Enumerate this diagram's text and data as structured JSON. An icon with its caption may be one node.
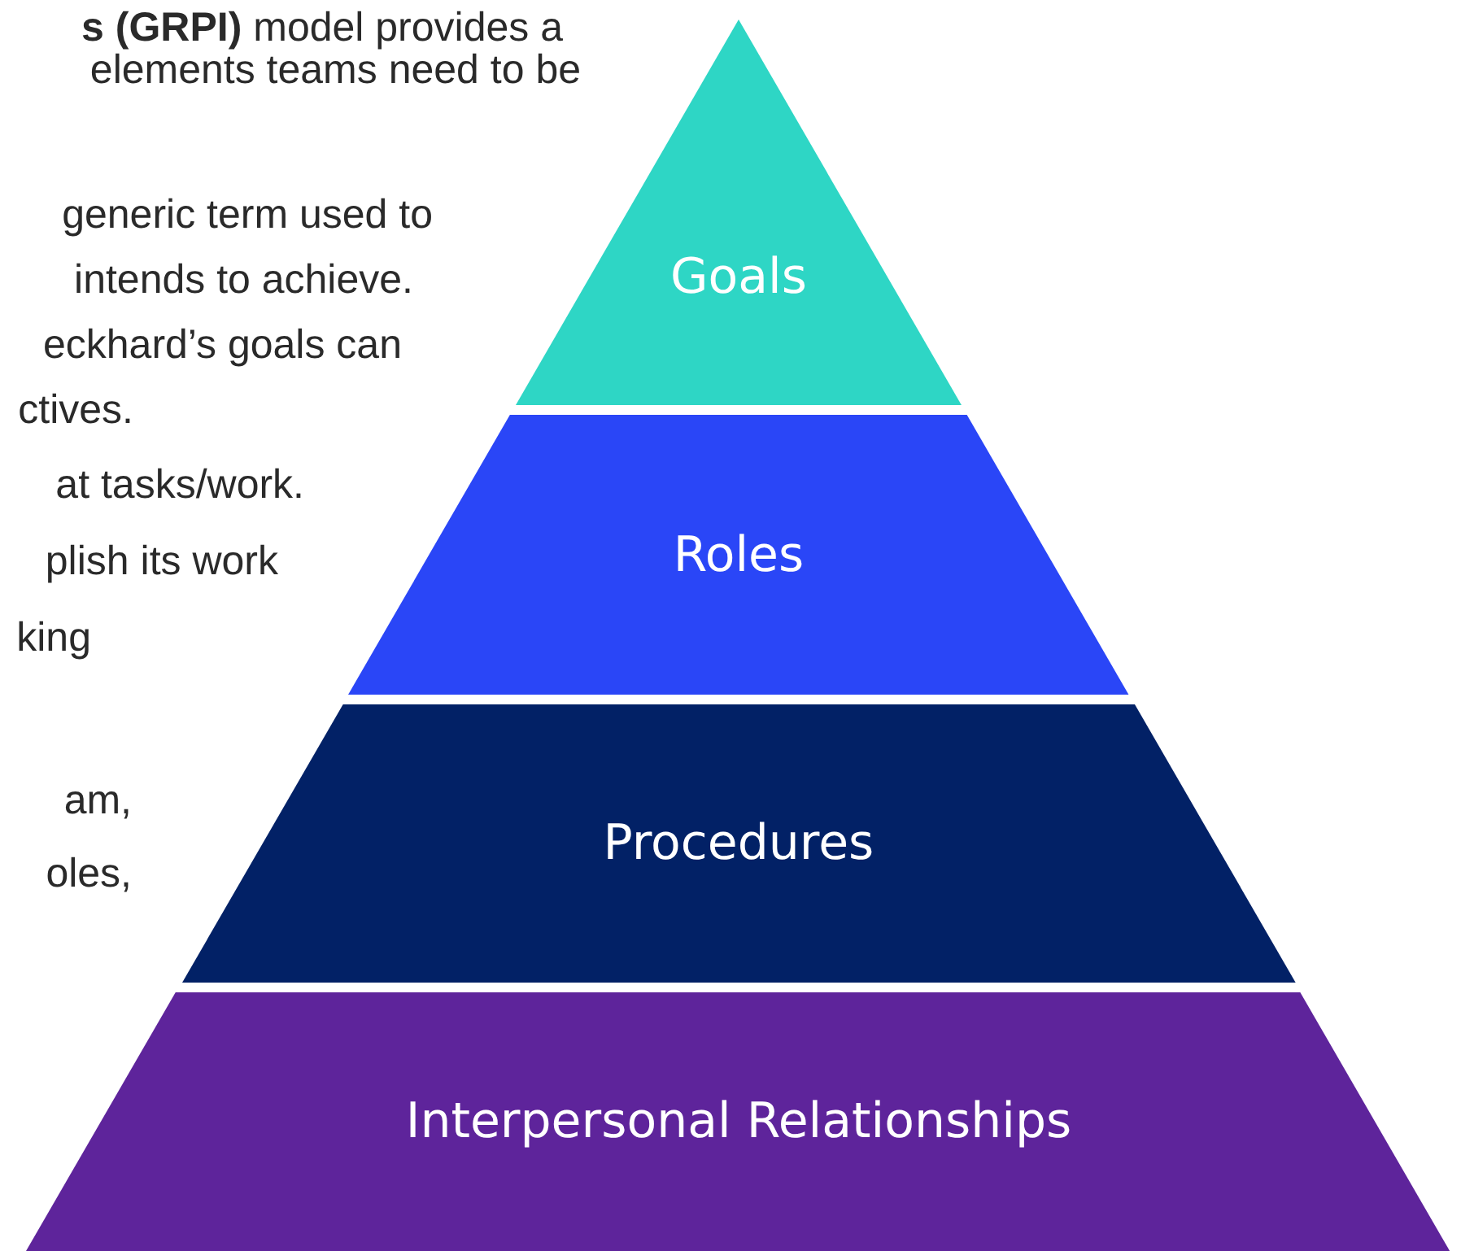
{
  "diagram": {
    "nodes": [
      {
        "text": [
          "Goals"
        ]
      },
      {
        "text": [
          "Roles"
        ]
      },
      {
        "text": [
          "Procedures"
        ]
      },
      {
        "text": [
          "Interpersonal Relationships"
        ]
      }
    ],
    "labels": [
      "**s (GRPI)** model provides a",
      "elements teams need to be",
      "generic term used to",
      "intends to achieve.",
      "eckhard’s goals can",
      "ctives.",
      "at tasks/work.",
      "plish its work",
      "king",
      "am,",
      "oles,"
    ]
  }
}
